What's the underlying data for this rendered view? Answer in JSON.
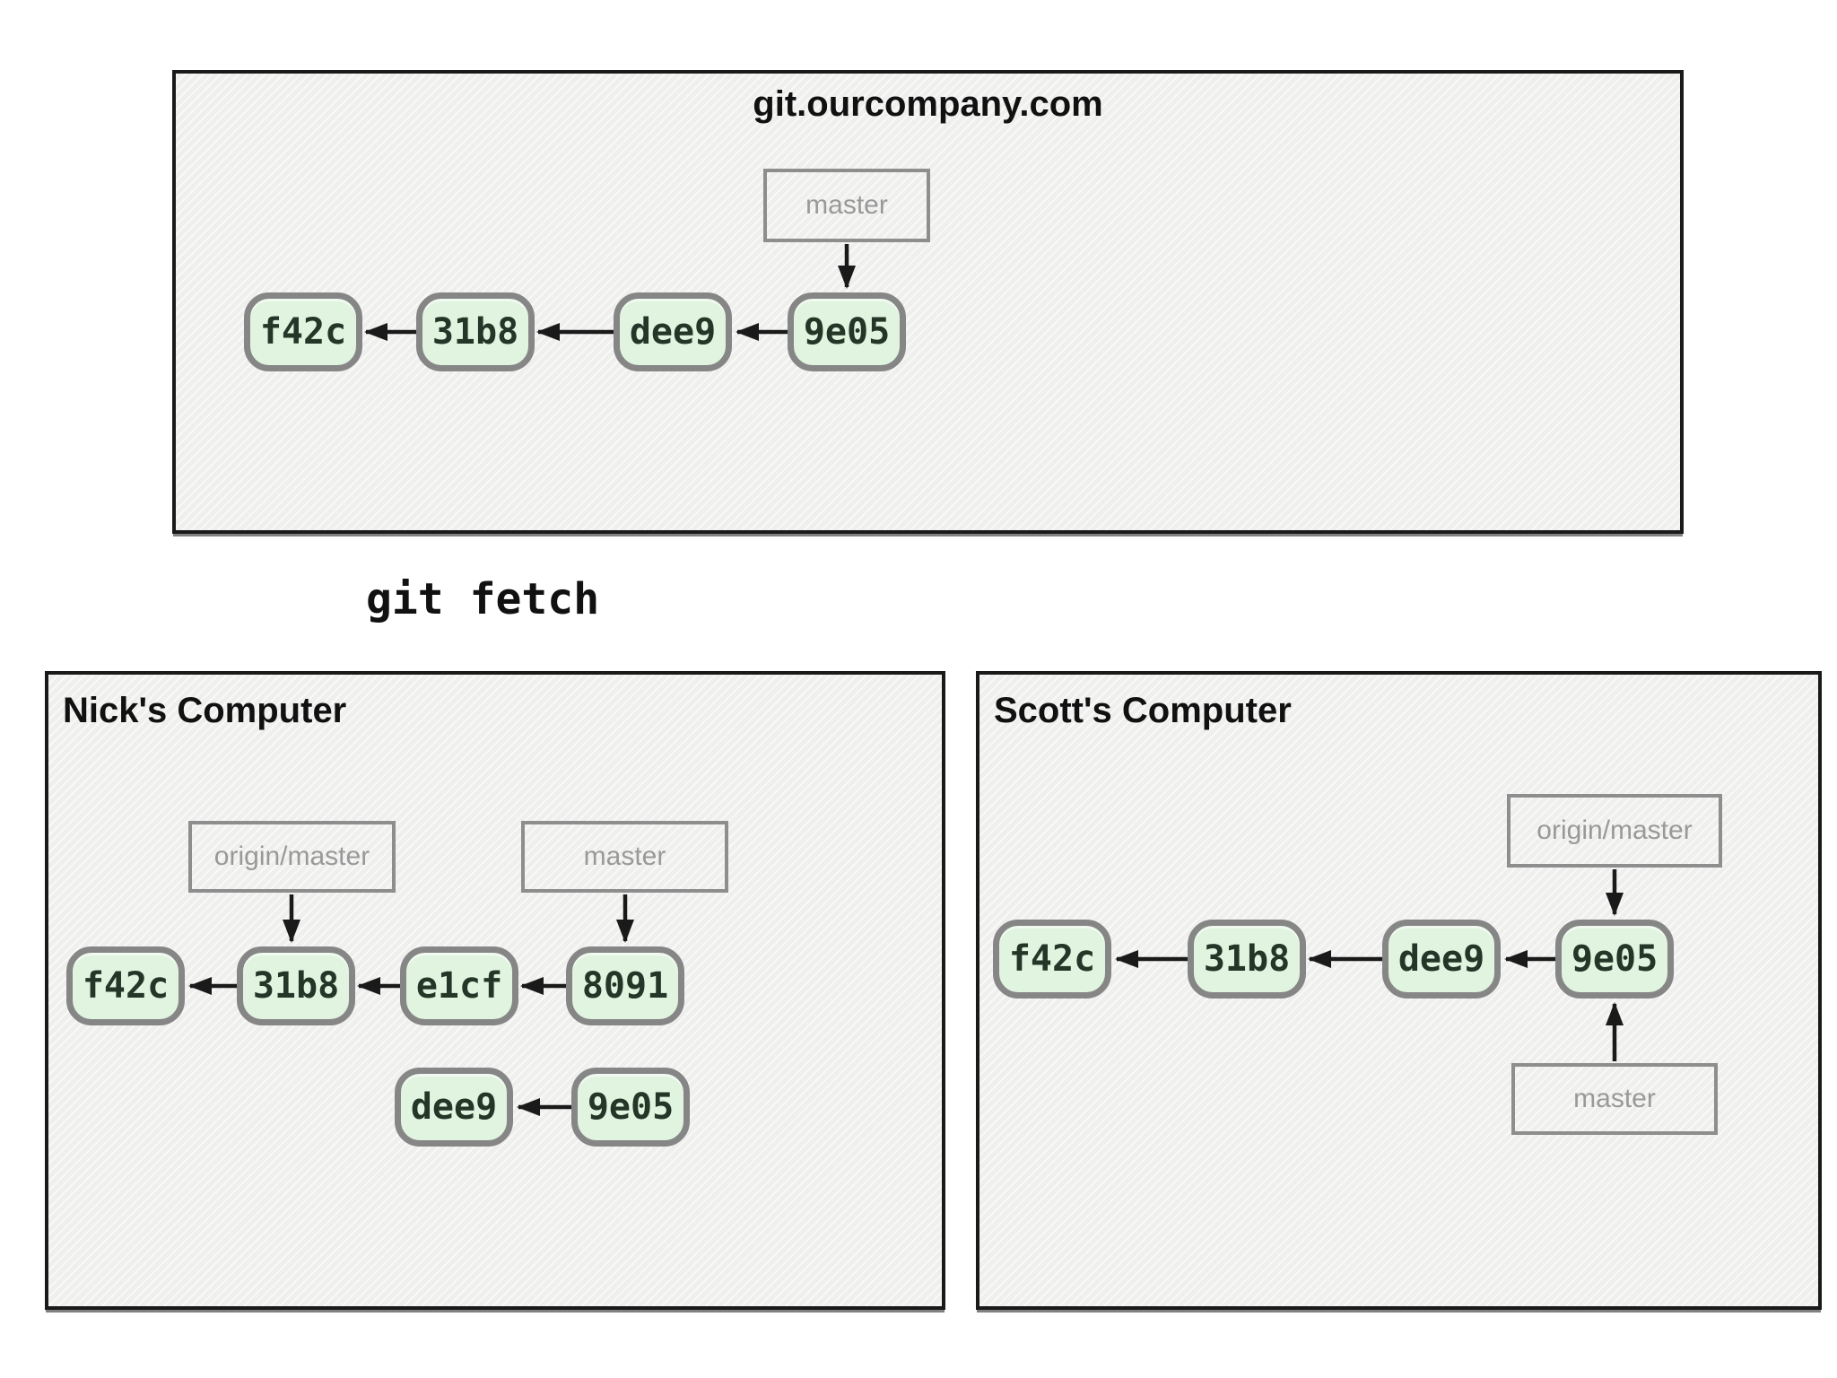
{
  "command": {
    "text": "git fetch"
  },
  "colors": {
    "panel_bg": "#f1f1f0",
    "panel_border": "#1a1a1a",
    "commit_fill": "#e0f4e0",
    "commit_border": "#868686",
    "commit_text": "#243627",
    "ref_border": "#8e8e8e",
    "ref_text": "#999999",
    "arrow": "#1a1a1a",
    "title_text": "#111111",
    "command_text": "#111111"
  },
  "panels": {
    "server": {
      "title": "git.ourcompany.com",
      "refs": [
        {
          "label": "master",
          "points_to": "9e05"
        }
      ],
      "commits": [
        {
          "id": "f42c"
        },
        {
          "id": "31b8"
        },
        {
          "id": "dee9"
        },
        {
          "id": "9e05"
        }
      ],
      "edges": [
        {
          "from": "31b8",
          "to": "f42c"
        },
        {
          "from": "dee9",
          "to": "31b8"
        },
        {
          "from": "9e05",
          "to": "dee9"
        }
      ]
    },
    "nick": {
      "title": "Nick's Computer",
      "refs": [
        {
          "label": "origin/master",
          "points_to": "31b8"
        },
        {
          "label": "master",
          "points_to": "8091"
        }
      ],
      "commits_main": [
        {
          "id": "f42c"
        },
        {
          "id": "31b8"
        },
        {
          "id": "e1cf"
        },
        {
          "id": "8091"
        }
      ],
      "commits_fetched": [
        {
          "id": "dee9"
        },
        {
          "id": "9e05"
        }
      ],
      "edges": [
        {
          "from": "31b8",
          "to": "f42c"
        },
        {
          "from": "e1cf",
          "to": "31b8"
        },
        {
          "from": "8091",
          "to": "e1cf"
        },
        {
          "from": "9e05",
          "to": "dee9"
        }
      ]
    },
    "scott": {
      "title": "Scott's Computer",
      "refs": [
        {
          "label": "origin/master",
          "points_to": "9e05"
        },
        {
          "label": "master",
          "points_to": "9e05"
        }
      ],
      "commits": [
        {
          "id": "f42c"
        },
        {
          "id": "31b8"
        },
        {
          "id": "dee9"
        },
        {
          "id": "9e05"
        }
      ],
      "edges": [
        {
          "from": "31b8",
          "to": "f42c"
        },
        {
          "from": "dee9",
          "to": "31b8"
        },
        {
          "from": "9e05",
          "to": "dee9"
        }
      ]
    }
  }
}
